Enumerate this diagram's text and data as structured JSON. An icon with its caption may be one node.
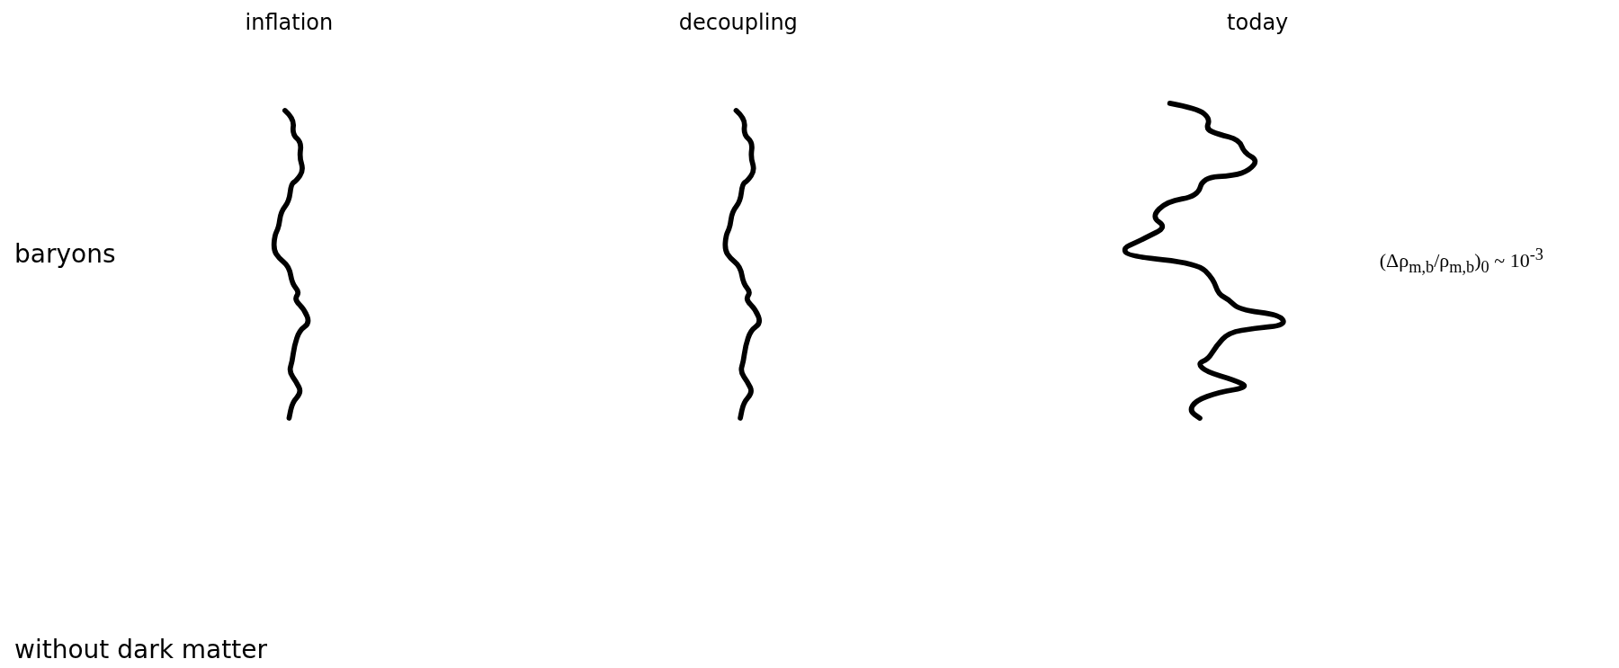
{
  "diagram": {
    "labels": [
      "inflation",
      "decoupling",
      "today",
      "baryons",
      "(Δρ$_{m,b}$/ρ$_{m,b}$)$_{0}$ ~ 10$^{-3}$",
      "without dark matter"
    ]
  }
}
